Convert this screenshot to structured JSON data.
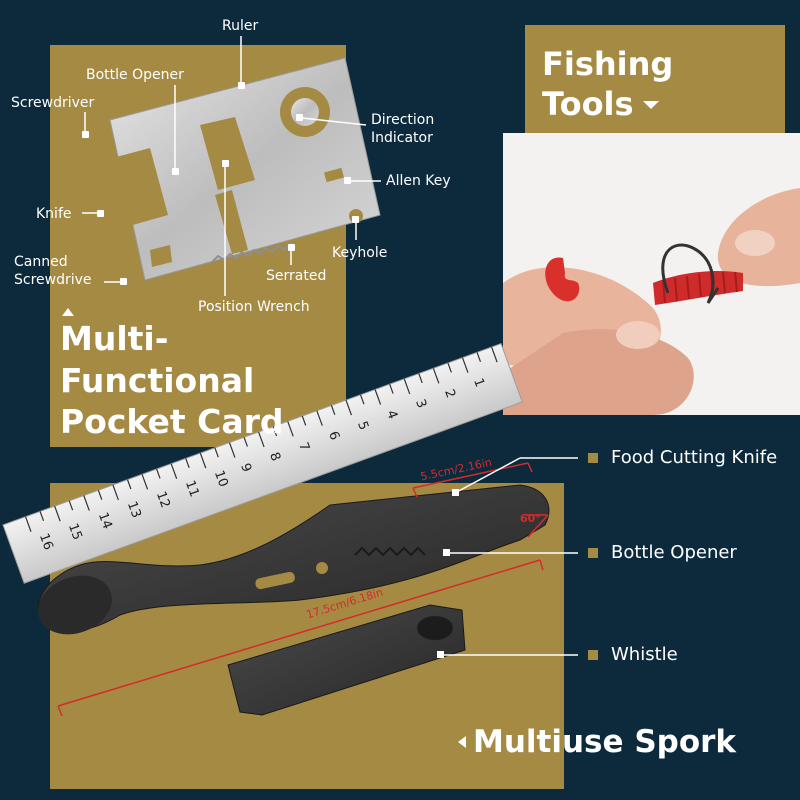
{
  "card": {
    "labels": {
      "ruler": "Ruler",
      "bottle_opener": "Bottle Opener",
      "screwdriver": "Screwdriver",
      "direction_indicator_1": "Direction",
      "direction_indicator_2": "Indicator",
      "allen_key": "Allen Key",
      "knife": "Knife",
      "keyhole": "Keyhole",
      "canned_1": "Canned",
      "canned_2": "Screwdrive",
      "serrated": "Serrated",
      "position_wrench": "Position Wrench"
    },
    "title": [
      "Multi-",
      "Functional",
      "Pocket Card"
    ]
  },
  "fishing": {
    "title": [
      "Fishing",
      "Tools"
    ]
  },
  "ruler": {
    "ticks": [
      "1",
      "2",
      "3",
      "4",
      "5",
      "6",
      "7",
      "8",
      "9",
      "10",
      "11",
      "12",
      "13",
      "14",
      "15",
      "16"
    ]
  },
  "spork": {
    "dimensions": {
      "blade": "5.5cm/2.16in",
      "angle": "60°",
      "length": "17.5cm/6.18in"
    },
    "features": [
      "Food Cutting Knife",
      "Bottle Opener",
      "Whistle"
    ],
    "title": "Multiuse Spork"
  },
  "colors": {
    "background": "#0d2a3d",
    "panel": "#a58a44",
    "text": "#ffffff",
    "dimension_line": "#d62a2a"
  }
}
